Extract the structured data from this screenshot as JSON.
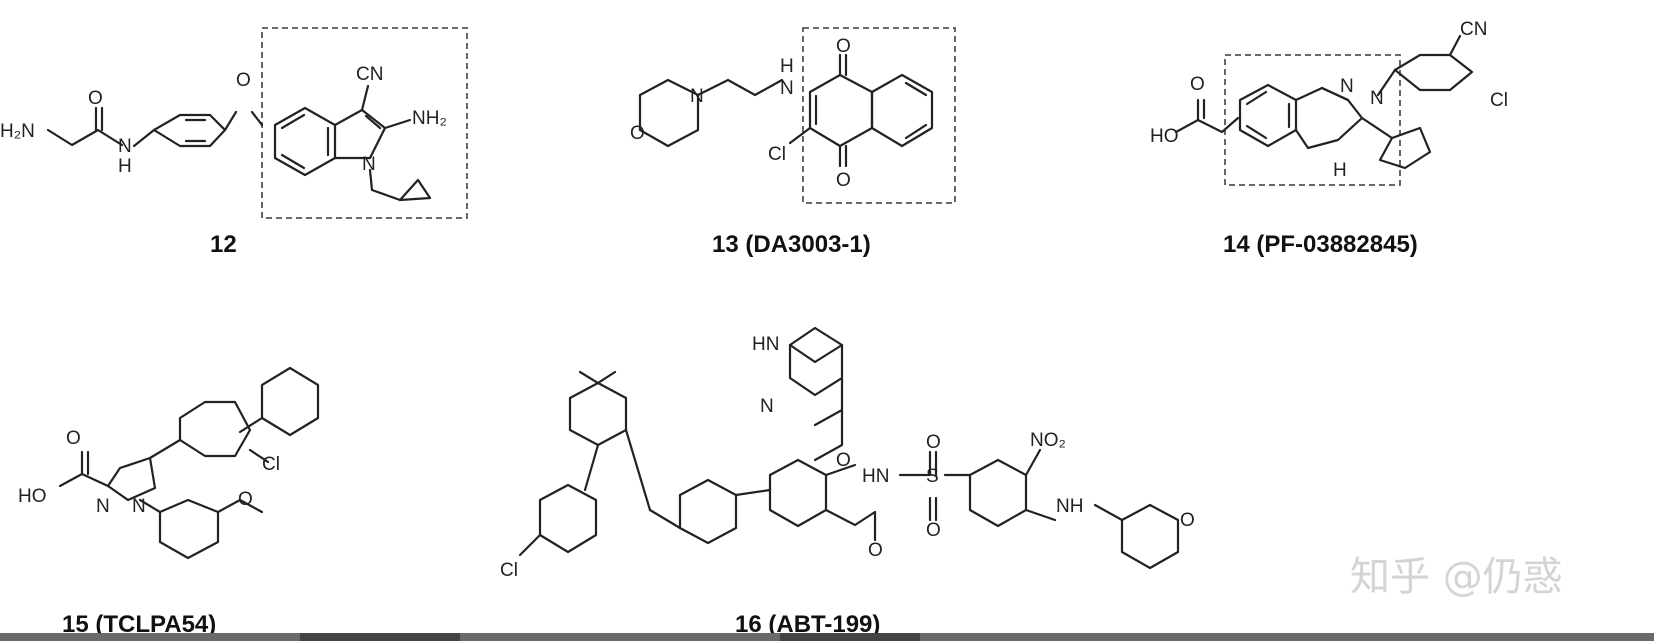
{
  "captions": {
    "c12": "12",
    "c13": "13 (DA3003-1)",
    "c14": "14 (PF-03882845)",
    "c15": "15 (TCLPA54)",
    "c16": "16 (ABT-199)"
  },
  "atoms": {
    "m12": {
      "h2n": "H₂N",
      "o_amide": "O",
      "nh": "N",
      "h": "H",
      "o_ether": "O",
      "cn": "CN",
      "nh2": "NH₂",
      "n": "N"
    },
    "m13": {
      "n_morph": "N",
      "o_morph": "O",
      "nh_n": "N",
      "nh_h": "H",
      "cl": "Cl",
      "o_top": "O",
      "o_bot": "O"
    },
    "m14": {
      "o_acid": "O",
      "ho": "HO",
      "n1": "N",
      "n2": "N",
      "cn": "CN",
      "cl": "Cl",
      "h": "H"
    },
    "m15": {
      "o_acid": "O",
      "ho": "HO",
      "n1": "N",
      "n2": "N",
      "cl": "Cl",
      "o_meo": "O"
    },
    "m16": {
      "hn": "HN",
      "n_pyr": "N",
      "o_ether": "O",
      "hn_amide": "HN",
      "s": "S",
      "o_s1": "O",
      "o_s2": "O",
      "o_amide": "O",
      "no2": "NO₂",
      "nh": "NH",
      "o_thp": "O",
      "cl": "Cl"
    }
  },
  "watermark": "知乎 @仍惑"
}
